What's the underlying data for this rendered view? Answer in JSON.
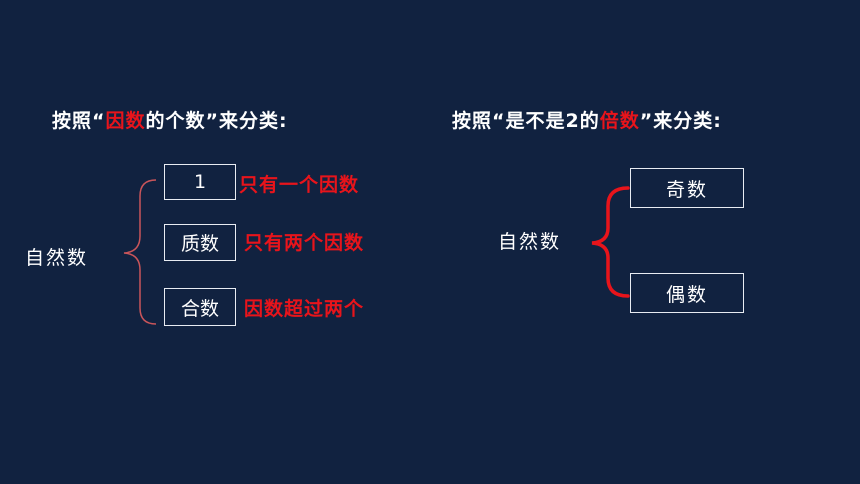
{
  "left": {
    "heading_prefix": "按照“",
    "heading_highlight": "因数",
    "heading_suffix": "的个数”来分类:",
    "root_label": "自然数",
    "items": [
      {
        "box": "1",
        "desc": "只有一个因数"
      },
      {
        "box": "质数",
        "desc": "只有两个因数"
      },
      {
        "box": "合数",
        "desc": "因数超过两个"
      }
    ]
  },
  "right": {
    "heading_prefix": "按照“是不是2的",
    "heading_highlight": "倍数",
    "heading_suffix": "”来分类:",
    "root_label": "自然数",
    "items": [
      {
        "box": "奇数"
      },
      {
        "box": "偶数"
      }
    ]
  },
  "colors": {
    "background": "#112240",
    "highlight": "#e8141b",
    "left_brace": "#c9555a",
    "right_brace": "#e8141b"
  }
}
